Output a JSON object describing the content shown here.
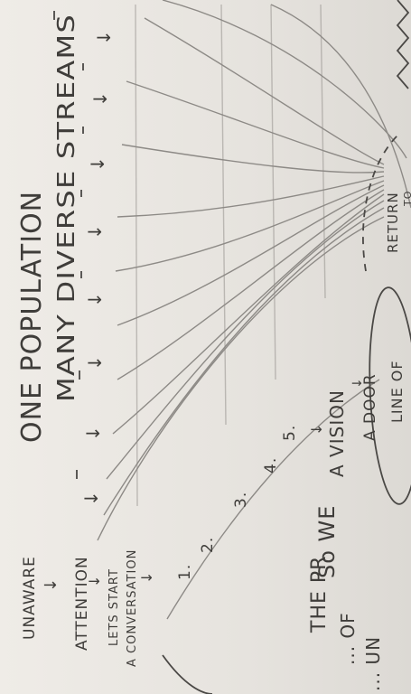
{
  "title_line1": "ONE POPULATION",
  "title_line2": "MANY DIVERSE STREAMS",
  "left_col": {
    "unaware": "UNAWARE",
    "attention": "ATTENTION",
    "lets_start": "LETS START",
    "conversation": "A CONVERSATION"
  },
  "steps": [
    "1.",
    "2.",
    "3.",
    "4.",
    "5."
  ],
  "vision": "A VISION",
  "door": "A DOOR",
  "line_of": "LINE OF",
  "return": "RETURN",
  "to": "TO",
  "bottom": {
    "so_we": "So WE",
    "the_pr": "THE PR",
    "of": "... OF",
    "un": "... UN"
  },
  "arrow_glyph": "↓"
}
